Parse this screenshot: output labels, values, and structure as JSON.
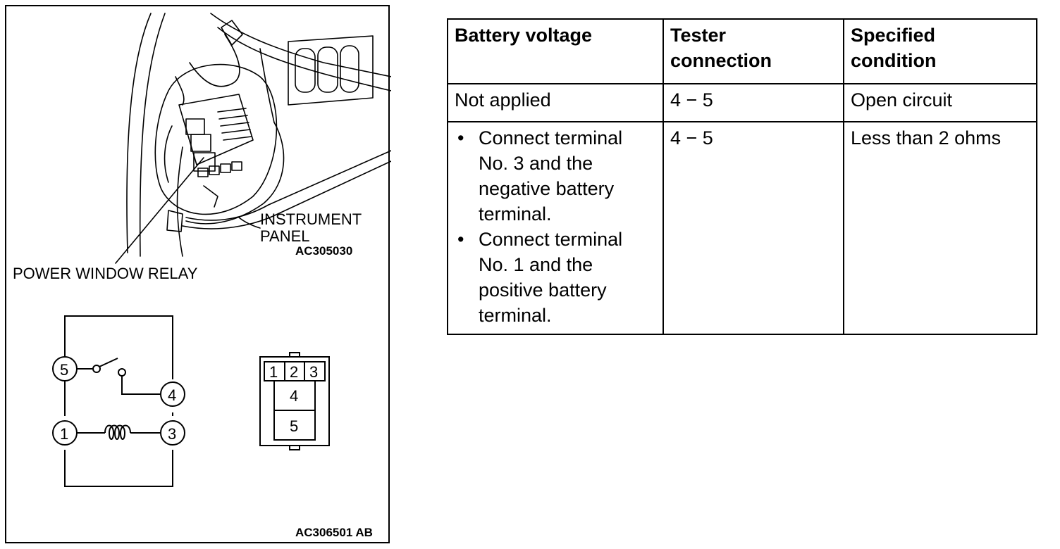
{
  "figure": {
    "relay_callout": "POWER WINDOW RELAY",
    "panel_callout_line1": "INSTRUMENT",
    "panel_callout_line2": "PANEL",
    "illustration_code": "AC305030",
    "figure_code": "AC306501 AB",
    "circuit": {
      "terminals": [
        "5",
        "4",
        "1",
        "3"
      ]
    },
    "connector": {
      "top_row": [
        "1",
        "2",
        "3"
      ],
      "middle": "4",
      "bottom": "5"
    }
  },
  "table": {
    "headers": {
      "battery_voltage": "Battery voltage",
      "tester_line1": "Tester",
      "tester_line2": "connection",
      "specified_line1": "Specified",
      "specified_line2": "condition"
    },
    "rows": [
      {
        "battery": "Not applied",
        "tester": "4 − 5",
        "condition": "Open circuit"
      },
      {
        "battery_items": [
          [
            "Connect terminal",
            "No. 3 and the",
            "negative battery",
            "terminal."
          ],
          [
            "Connect terminal",
            "No. 1 and the",
            "positive battery",
            "terminal."
          ]
        ],
        "tester": "4 − 5",
        "condition": "Less than 2 ohms"
      }
    ]
  }
}
